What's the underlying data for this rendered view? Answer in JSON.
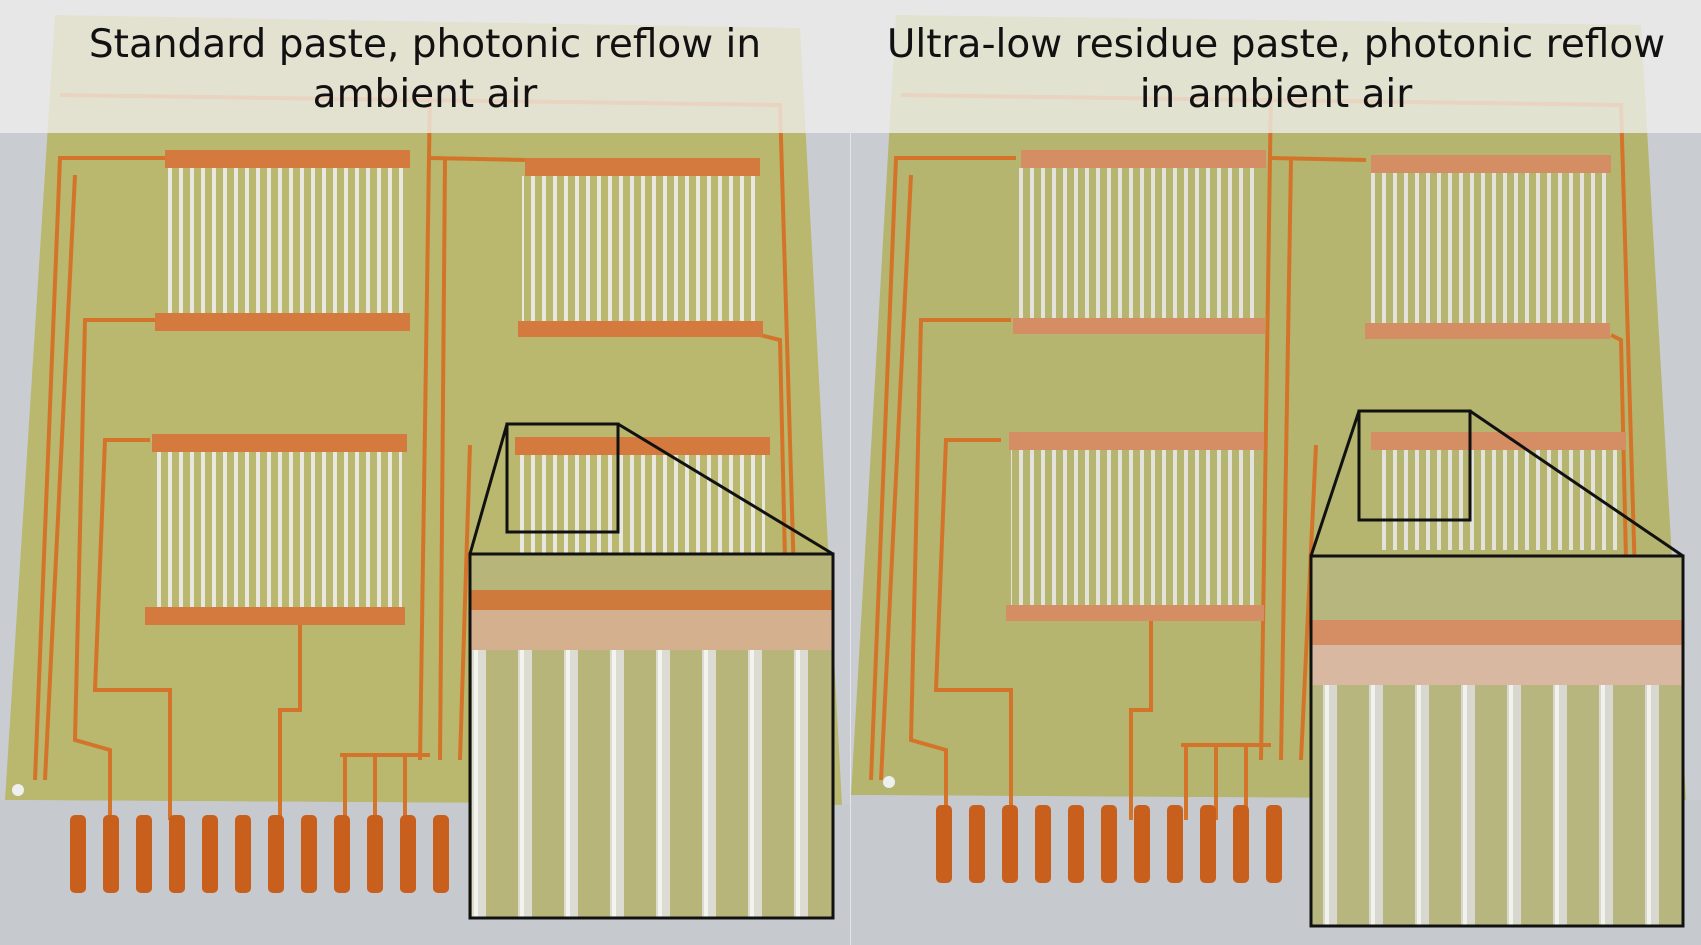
{
  "panels": [
    {
      "caption": "Standard paste, photonic reflow in ambient air",
      "caption_lines": [
        "Standard paste, photonic reflow in",
        "ambient air"
      ]
    },
    {
      "caption": "Ultra-low residue paste, photonic reflow in ambient air",
      "caption_lines": [
        "Ultra-low residue paste, photonic reflow",
        "in ambient air"
      ]
    }
  ],
  "colors": {
    "background": "#c9cdd2",
    "board": "#b9b86e",
    "trace": "#d4742a",
    "pad": "#c95f1c",
    "pin": "#e6e6df",
    "zoom_outline": "#111111"
  },
  "icons": [
    "pcb-photo",
    "zoom-callout"
  ]
}
